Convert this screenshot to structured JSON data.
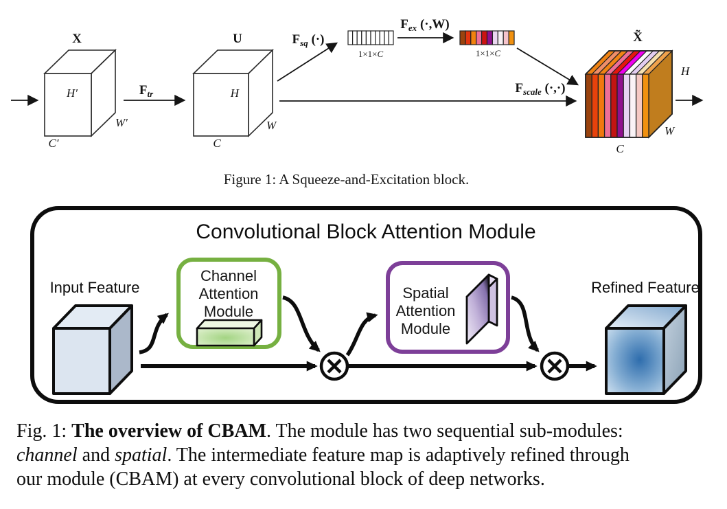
{
  "se_block": {
    "input_label": "X",
    "input_dims": {
      "h": "H′",
      "w": "W′",
      "c": "C′"
    },
    "transform_fn": {
      "f": "F",
      "sub": "tr"
    },
    "u_label": "U",
    "u_dims": {
      "h": "H",
      "w": "W",
      "c": "C"
    },
    "squeeze_fn": {
      "f": "F",
      "sub": "sq",
      "args": " (·)"
    },
    "squeeze_dim": {
      "nums": "1×1×",
      "c": "C"
    },
    "excite_fn": {
      "f": "F",
      "sub": "ex",
      "args": " (·,W)"
    },
    "excite_dim": {
      "nums": "1×1×",
      "c": "C"
    },
    "scale_fn": {
      "f": "F",
      "sub": "scale",
      "args": " (·,·)"
    },
    "output_label": "X̃",
    "output_dims": {
      "h": "H",
      "w": "W",
      "c": "C"
    },
    "squeeze_cell_count": 10,
    "squeeze_cell_color": "#ffffff",
    "excite_colors": [
      "#9a430e",
      "#e23510",
      "#f1820e",
      "#ee6f97",
      "#cc1411",
      "#90108e",
      "#ead6f0",
      "#f7f0f4",
      "#f5c3cb",
      "#f19110"
    ],
    "output_front_colors": [
      "#9a430e",
      "#e8420c",
      "#f1780e",
      "#ee6f97",
      "#c31411",
      "#90108e",
      "#e7d3f2",
      "#faf3f6",
      "#f5c9c4",
      "#f19110"
    ],
    "output_top_colors": [
      "#f08314",
      "#ef8e68",
      "#f08314",
      "#ee6f97",
      "#e61510",
      "#ee00ee",
      "#fbfbfb",
      "#e3cdf0",
      "#f6e0b0",
      "#f0a24c"
    ],
    "output_side_color": "#c07d1e",
    "caption": "Figure 1: A Squeeze-and-Excitation block."
  },
  "cbam": {
    "title": "Convolutional Block Attention Module",
    "input_label": "Input Feature",
    "channel_module": {
      "line1": "Channel",
      "line2": "Attention",
      "line3": "Module",
      "border_color": "#76b041"
    },
    "spatial_module": {
      "line1": "Spatial",
      "line2": "Attention",
      "line3": "Module",
      "border_color": "#7d3f98"
    },
    "refined_label": "Refined Feature"
  },
  "cbam_caption": {
    "prefix": "Fig. 1: ",
    "bold": "The overview of CBAM",
    "rest1": ". The module has two sequential sub-modules:",
    "italic1": "channel",
    "mid1": " and ",
    "italic2": "spatial",
    "rest2": ". The intermediate feature map is adaptively refined through",
    "line3": "our module (CBAM) at every convolutional block of deep networks."
  }
}
